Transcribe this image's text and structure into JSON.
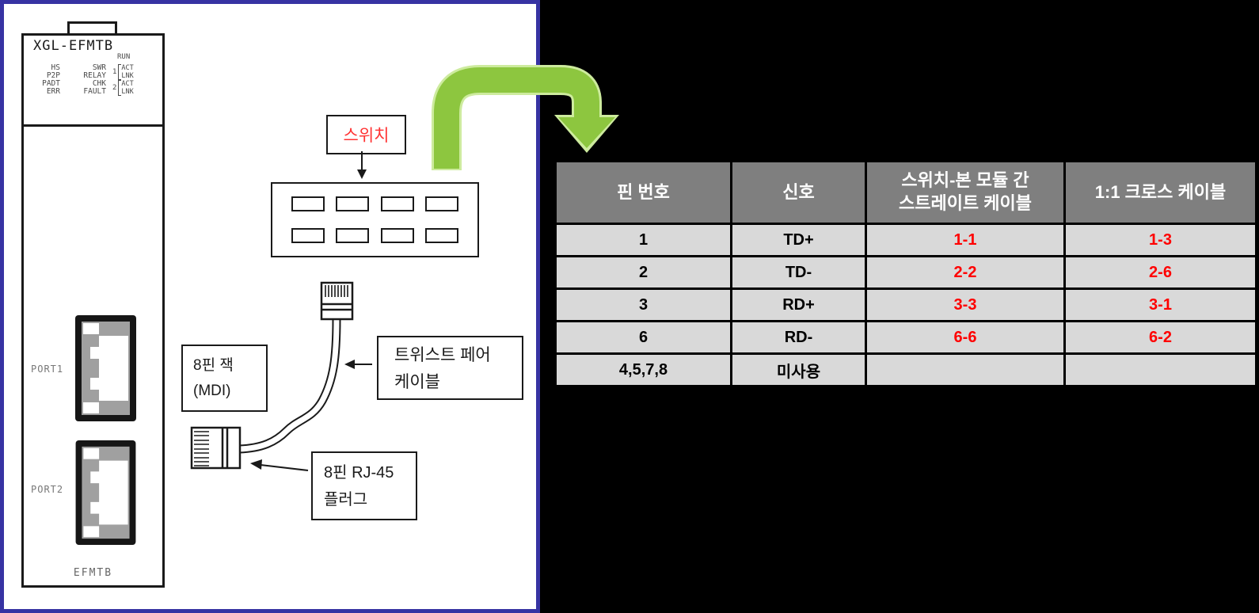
{
  "module": {
    "title": "XGL-EFMTB",
    "run_label": "RUN",
    "led_col1": [
      "HS",
      "P2P",
      "PADT",
      "ERR"
    ],
    "led_col2": [
      "SWR",
      "RELAY",
      "CHK",
      "FAULT"
    ],
    "led_groups": [
      {
        "num": "1",
        "top": "ACT",
        "bottom": "LNK"
      },
      {
        "num": "2",
        "top": "ACT",
        "bottom": "LNK"
      }
    ],
    "port1_label": "PORT1",
    "port2_label": "PORT2",
    "bottom_label": "EFMTB"
  },
  "diagram": {
    "switch_label": "스위치",
    "jack_box": {
      "line1": "8핀 잭",
      "line2": "(MDI)"
    },
    "cable_box": {
      "line1": "트위스트 페어",
      "line2": "케이블"
    },
    "plug_box": {
      "line1": "8핀 RJ-45",
      "line2": "플러그"
    }
  },
  "table": {
    "headers": [
      "핀 번호",
      "신호",
      "스위치-본 모듈 간\n스트레이트 케이블",
      "1:1 크로스 케이블"
    ],
    "rows": [
      {
        "pin": "1",
        "signal": "TD+",
        "straight": "1-1",
        "cross": "1-3"
      },
      {
        "pin": "2",
        "signal": "TD-",
        "straight": "2-2",
        "cross": "2-6"
      },
      {
        "pin": "3",
        "signal": "RD+",
        "straight": "3-3",
        "cross": "3-1"
      },
      {
        "pin": "6",
        "signal": "RD-",
        "straight": "6-6",
        "cross": "6-2"
      },
      {
        "pin": "4,5,7,8",
        "signal": "미사용",
        "straight": "",
        "cross": ""
      }
    ]
  },
  "colors": {
    "panel_border_blue": "#3733a3",
    "right_background": "#000000",
    "green_arrow": "#8dc63f",
    "green_arrow_outline": "#cdeb9e",
    "table_header_bg": "#7f7f7f",
    "table_row_bg": "#d9d9d9",
    "table_red_text": "#ff0000",
    "switch_label_red": "#ff3333"
  }
}
